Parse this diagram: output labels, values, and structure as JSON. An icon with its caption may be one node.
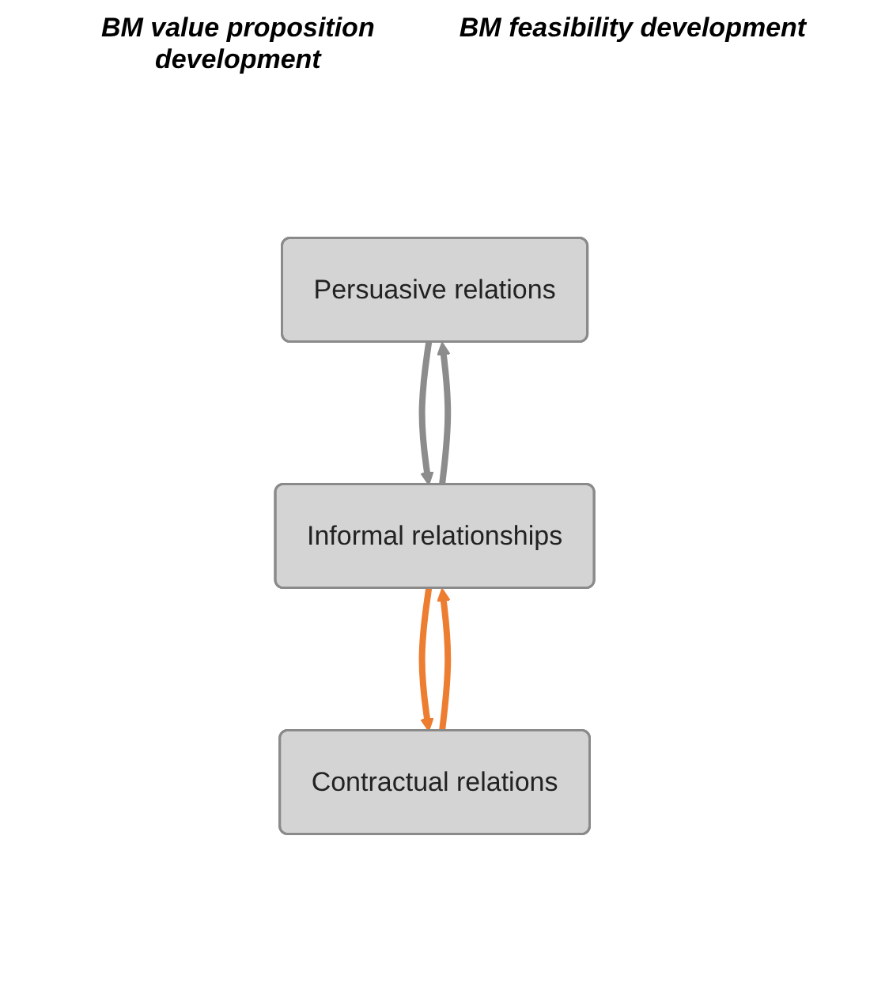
{
  "diagram": {
    "nodes": [
      {
        "text": [
          "Persuasive relations"
        ]
      },
      {
        "text": [
          "Contractual relations"
        ]
      },
      {
        "text": [
          "Informal relationships"
        ]
      }
    ],
    "edges": [
      {
        "from": 0,
        "to": 2,
        "arrow": "to",
        "color": "#8c8c8c"
      },
      {
        "from": 2,
        "to": 0,
        "arrow": "to",
        "color": "#8c8c8c"
      },
      {
        "from": 1,
        "to": 2,
        "arrow": "to",
        "color": "#ed7d31"
      },
      {
        "from": 2,
        "to": 1,
        "arrow": "to",
        "color": "#ed7d31"
      }
    ],
    "labels": [
      "BM value proposition development",
      "BM feasibility development"
    ]
  }
}
